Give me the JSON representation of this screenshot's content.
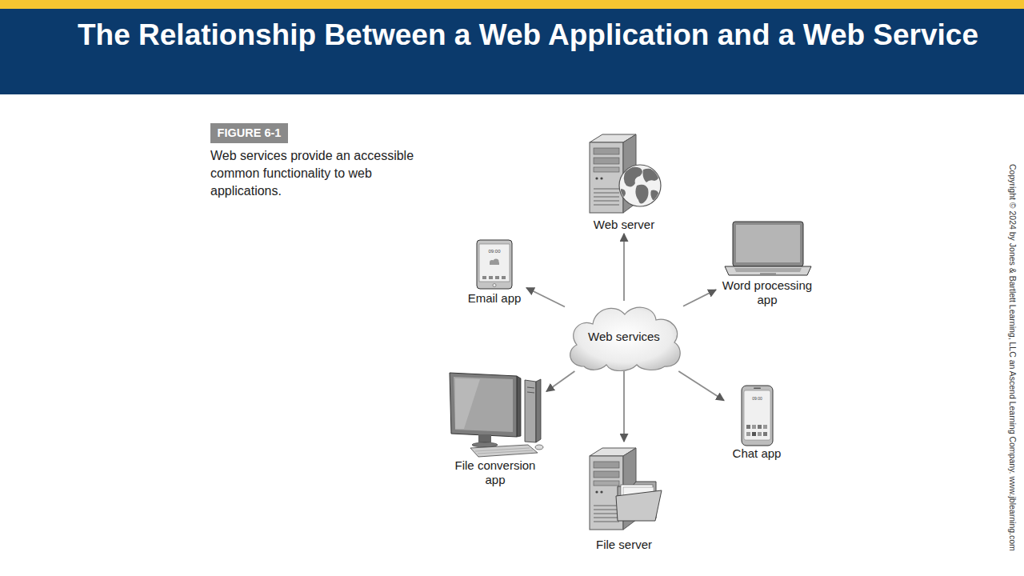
{
  "diagram": {
    "title": "The Relationship Between a Web Application and a Web Service",
    "caption": "Web services provide an accessible common functionality to web applications.",
    "nodes": [
      {
        "text": [
          "Web server"
        ]
      },
      {
        "text": [
          "Email app"
        ]
      },
      {
        "text": [
          "Word processing app"
        ]
      },
      {
        "text": [
          "Web services"
        ]
      },
      {
        "text": [
          "File conversion app"
        ]
      },
      {
        "text": [
          "Chat app"
        ]
      },
      {
        "text": [
          "File server"
        ]
      }
    ],
    "edges": [
      {
        "from": 3,
        "to": 0,
        "arrow": "to"
      },
      {
        "from": 3,
        "to": 1,
        "arrow": "to"
      },
      {
        "from": 3,
        "to": 2,
        "arrow": "to"
      },
      {
        "from": 3,
        "to": 4,
        "arrow": "to"
      },
      {
        "from": 3,
        "to": 5,
        "arrow": "to"
      },
      {
        "from": 3,
        "to": 6,
        "arrow": "to"
      }
    ],
    "labels": [
      "FIGURE 6-1",
      "09:00",
      "09:00",
      "Copyright © 2024 by Jones & Bartlett Learning, LLC an Ascend Learning Company. www.jblearning.com"
    ]
  }
}
